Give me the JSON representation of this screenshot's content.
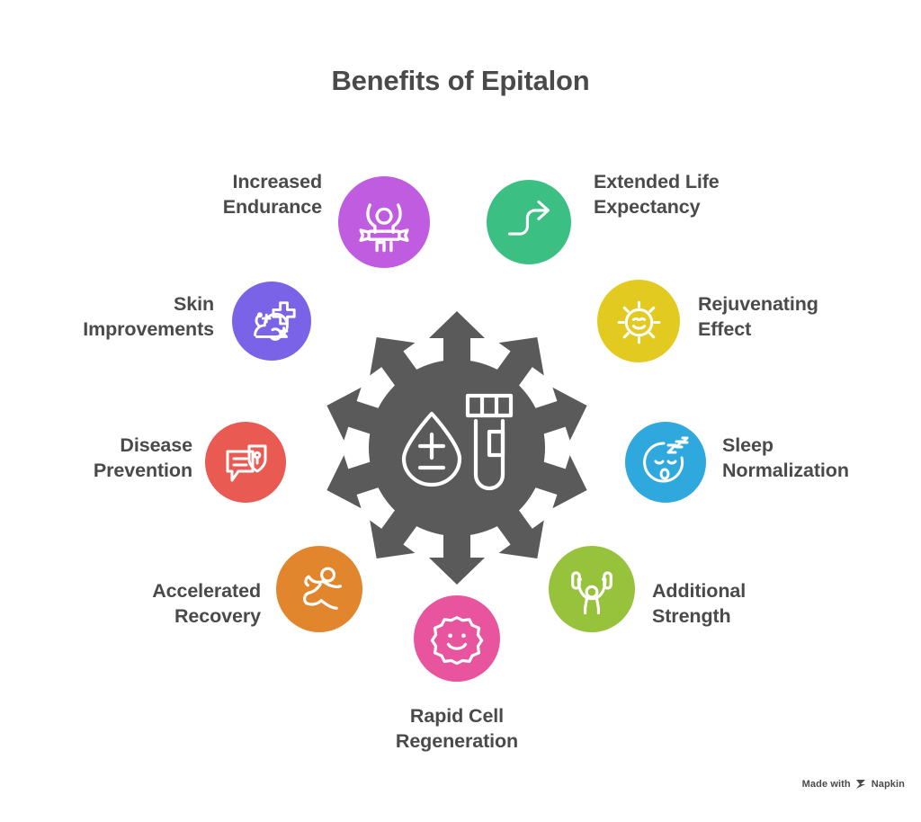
{
  "title": "Benefits of Epitalon",
  "theme": {
    "background": "#ffffff",
    "text_color": "#4a4a4a",
    "hub_color": "#5a5a5a",
    "icon_stroke": "#ffffff"
  },
  "hub": {
    "icon_name": "blood-drop-test-tube-icon",
    "arrow_count": 10
  },
  "benefits": [
    {
      "label": "Increased\nEndurance",
      "color": "#bf5ce0",
      "icon_name": "person-raising-arms-bench-icon",
      "align": "right"
    },
    {
      "label": "Extended Life\nExpectancy",
      "color": "#3cbf82",
      "icon_name": "rising-zigzag-arrow-icon",
      "align": "left"
    },
    {
      "label": "Skin\nImprovements",
      "color": "#7b63e8",
      "icon_name": "snail-medical-cross-icon",
      "align": "right"
    },
    {
      "label": "Rejuvenating\nEffect",
      "color": "#e3ca20",
      "icon_name": "smiling-sun-icon",
      "align": "left"
    },
    {
      "label": "Disease\nPrevention",
      "color": "#e85a52",
      "icon_name": "speech-bubble-shield-icon",
      "align": "right"
    },
    {
      "label": "Sleep\nNormalization",
      "color": "#2fa8dd",
      "icon_name": "sleeping-face-zzz-icon",
      "align": "left"
    },
    {
      "label": "Accelerated\nRecovery",
      "color": "#e2862e",
      "icon_name": "running-person-icon",
      "align": "right"
    },
    {
      "label": "Additional\nStrength",
      "color": "#96c23c",
      "icon_name": "weightlifter-icon",
      "align": "left"
    },
    {
      "label": "Rapid Cell\nRegeneration",
      "color": "#e8559e",
      "icon_name": "smiling-cell-icon",
      "align": "center"
    }
  ],
  "footer": {
    "made_with": "Made with",
    "brand": "Napkin",
    "logo_name": "napkin-logo-icon"
  }
}
